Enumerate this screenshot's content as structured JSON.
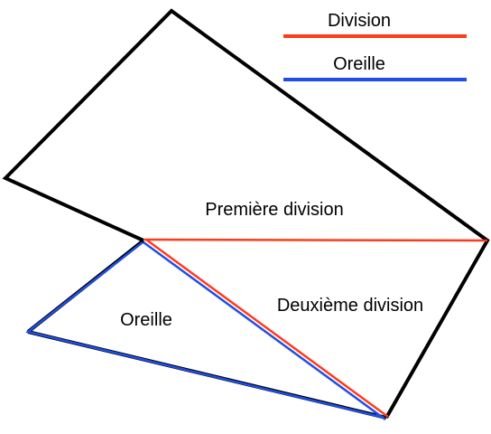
{
  "legend": {
    "items": [
      {
        "label": "Division",
        "color": "#ff3b1a"
      },
      {
        "label": "Oreille",
        "color": "#1f4fe6"
      }
    ]
  },
  "regions": {
    "first_division": "Première division",
    "second_division": "Deuxième division",
    "ear": "Oreille"
  },
  "colors": {
    "outline": "#000000",
    "division": "#ff3b1a",
    "ear": "#1f4fe6"
  }
}
